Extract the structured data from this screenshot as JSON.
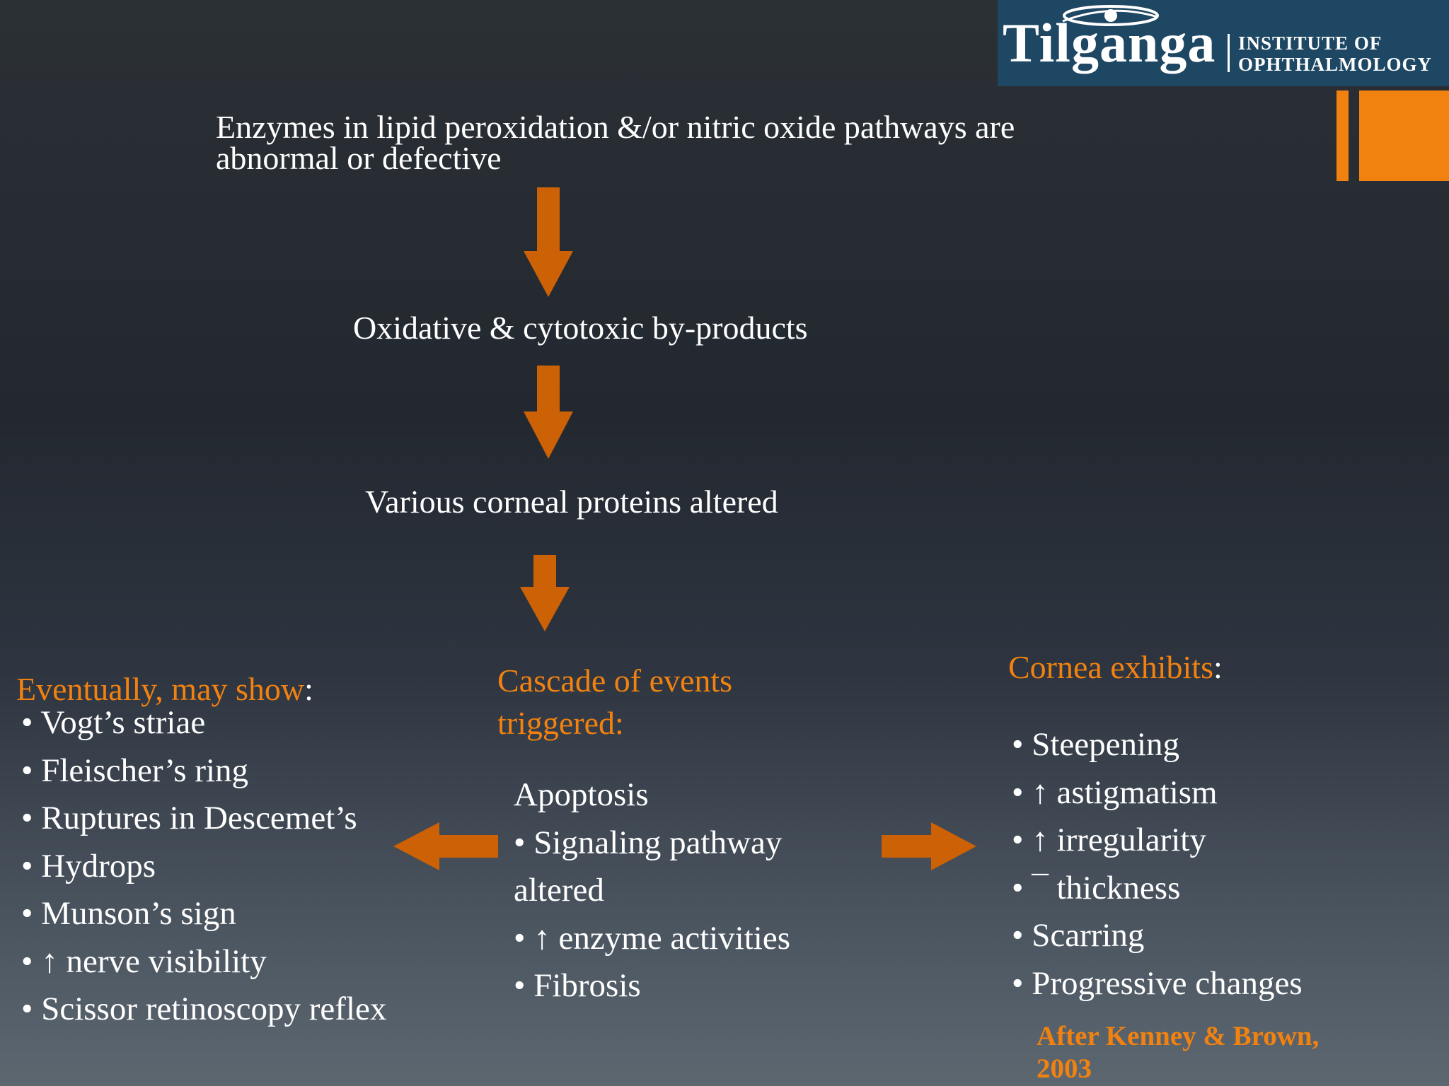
{
  "logo": {
    "name": "Tilganga",
    "subtitle_line1": "INSTITUTE OF",
    "subtitle_line2": "OPHTHALMOLOGY"
  },
  "colors": {
    "accent": "#f2820f",
    "arrow": "#cc6106",
    "logo_background": "#1d4763",
    "text": "#ffffff"
  },
  "flow": {
    "step1_line1": "Enzymes in lipid peroxidation &/or nitric oxide pathways are",
    "step1_line2": "abnormal or defective",
    "step2": "Oxidative & cytotoxic by-products",
    "step3": "Various corneal proteins altered"
  },
  "left": {
    "heading": "Eventually, may show",
    "heading_colon": ":",
    "items": [
      "• Vogt’s striae",
      "• Fleischer’s ring",
      "• Ruptures in Descemet’s",
      "• Hydrops",
      "• Munson’s sign",
      "• ↑ nerve visibility",
      "• Scissor retinoscopy reflex"
    ]
  },
  "center": {
    "heading_line1": "Cascade of events",
    "heading_line2": "triggered:",
    "items": [
      "Apoptosis",
      "• Signaling pathway",
      "altered",
      "• ↑ enzyme activities",
      "• Fibrosis"
    ]
  },
  "right": {
    "heading": "Cornea exhibits",
    "heading_colon": ":",
    "items": [
      "• Steepening",
      "• ↑ astigmatism",
      "• ↑ irregularity",
      "• ¯ thickness",
      "• Scarring",
      "• Progressive changes"
    ]
  },
  "citation": {
    "line1": "After Kenney & Brown,",
    "line2": "2003"
  }
}
